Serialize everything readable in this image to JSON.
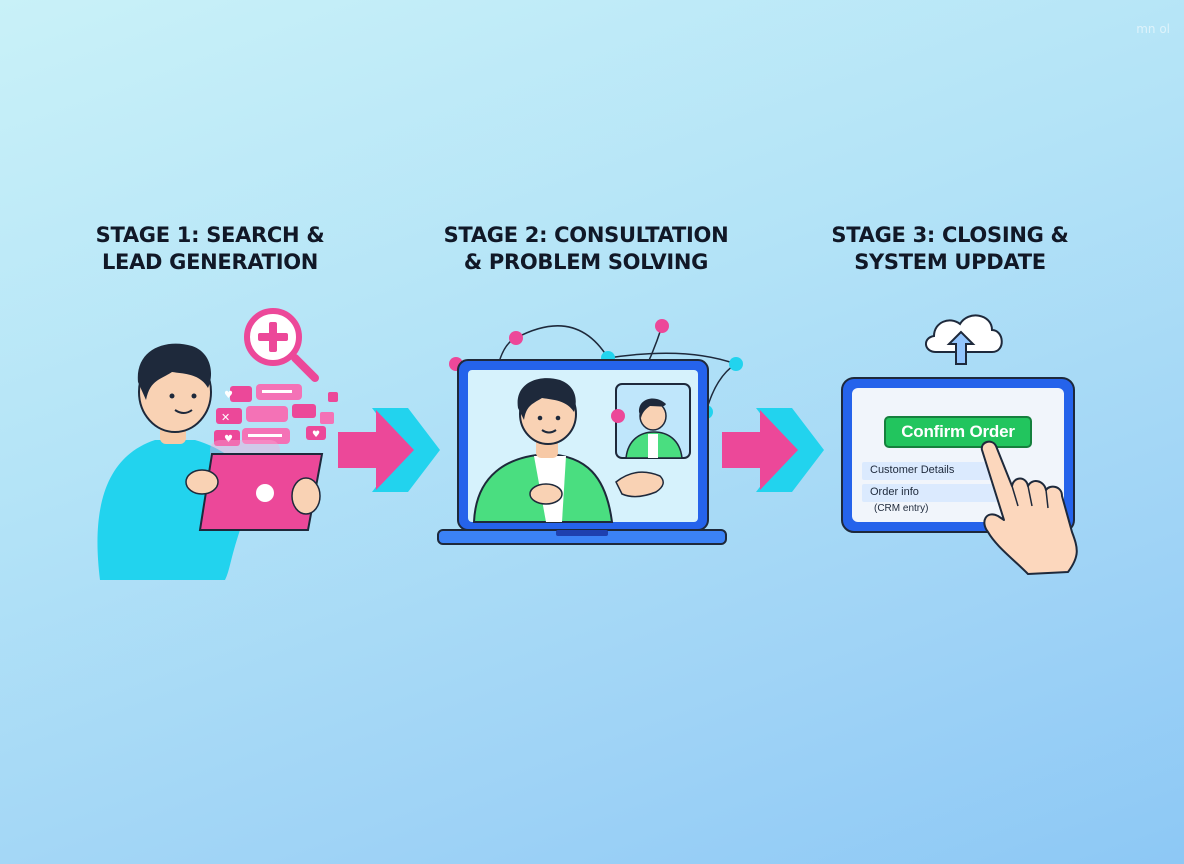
{
  "stages": [
    {
      "line1": "STAGE 1: SEARCH &",
      "line2": "LEAD GENERATION"
    },
    {
      "line1": "STAGE 2: CONSULTATION",
      "line2": "& PROBLEM SOLVING"
    },
    {
      "line1": "STAGE 3: CLOSING &",
      "line2": "SYSTEM UPDATE"
    }
  ],
  "crm_form": {
    "button_label": "Confirm Order",
    "field_1": "Customer Details",
    "field_2": "Order info",
    "field_2_note": "(CRM entry)"
  },
  "watermark": "mn ol",
  "colors": {
    "pink": "#ec4899",
    "cyan": "#22d3ee",
    "green": "#22c55e",
    "blue": "#3b82f6",
    "dark_text": "#111827"
  },
  "icons": [
    "magnifier-plus-icon",
    "heart-icon",
    "cloud-upload-icon",
    "arrow-right-icon",
    "pointing-hand-icon"
  ]
}
